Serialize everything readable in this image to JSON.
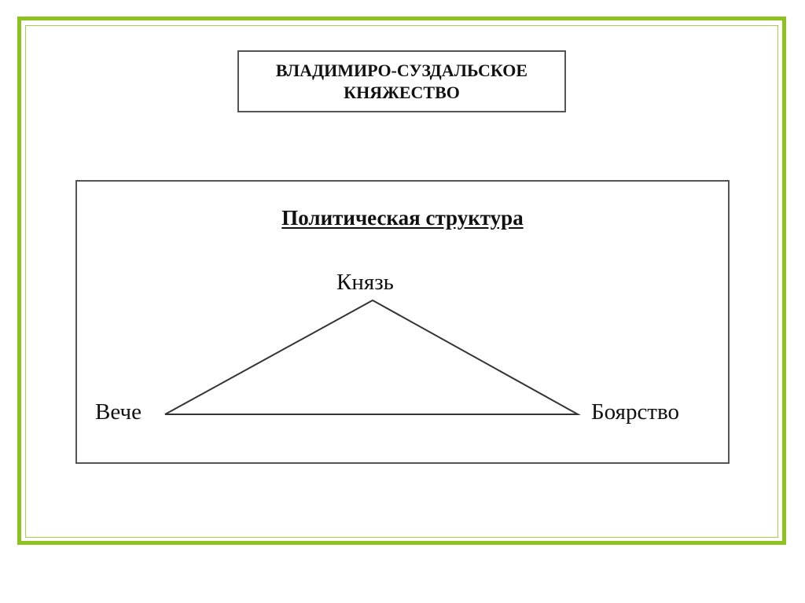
{
  "title": {
    "line1": "ВЛАДИМИРО-СУЗДАЛЬСКОЕ",
    "line2": "КНЯЖЕСТВО"
  },
  "structure": {
    "heading": "Политическая структура",
    "nodes": {
      "top": "Князь",
      "left": "Вече",
      "right": "Боярство"
    }
  },
  "colors": {
    "frame": "#8dc21f"
  }
}
